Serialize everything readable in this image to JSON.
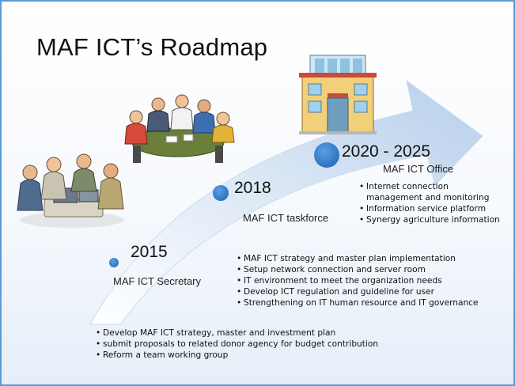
{
  "slide": {
    "title": "MAF ICT’s Roadmap"
  },
  "milestones": [
    {
      "year": "2015",
      "stage": "MAF ICT Secretary",
      "bullets": [
        "Develop MAF ICT strategy, master and investment plan",
        "submit proposals to related donor agency for budget contribution",
        "Reform a team working group"
      ]
    },
    {
      "year": "2018",
      "stage": "MAF ICT taskforce",
      "bullets": [
        "MAF ICT strategy and master plan implementation",
        "Setup network connection and server room",
        "IT environment to meet the organization needs",
        "Develop ICT regulation and guideline for user",
        "Strengthening on IT human resource and IT governance"
      ]
    },
    {
      "year": "2020 - 2025",
      "stage": "MAF ICT Office",
      "bullets": [
        "Internet connection management and monitoring",
        "Information service platform",
        "Synergy agriculture information"
      ]
    }
  ],
  "colors": {
    "arrow": "#cfe0f4",
    "dot": "#1f5fad",
    "border": "#5b9bd5"
  },
  "icons": [
    "team-meeting-clipart",
    "team-laptop-clipart",
    "office-building-clipart"
  ]
}
